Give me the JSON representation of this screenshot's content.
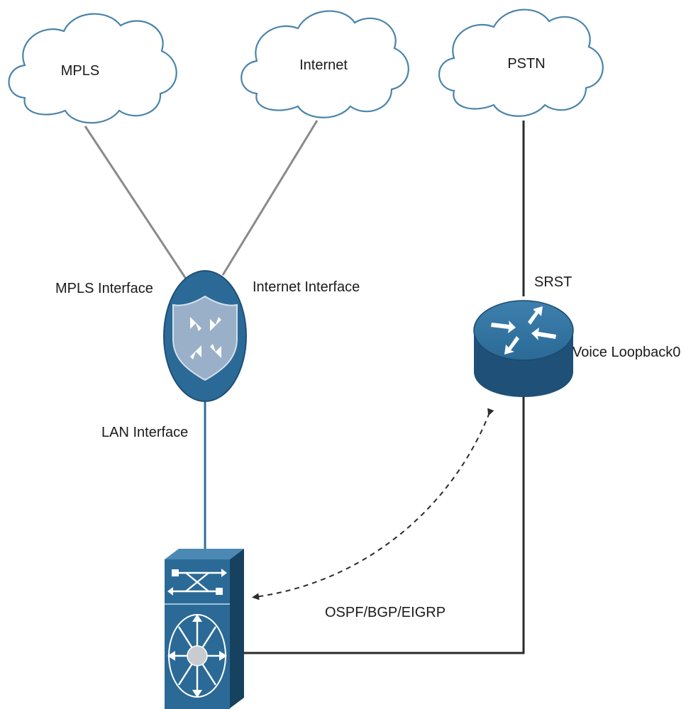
{
  "clouds": {
    "mpls": "MPLS",
    "internet": "Internet",
    "pstn": "PSTN"
  },
  "labels": {
    "mpls_interface": "MPLS Interface",
    "internet_interface": "Internet Interface",
    "lan_interface": "LAN Interface",
    "srst": "SRST",
    "voice_loopback": "Voice Loopback0",
    "routing_protocols": "OSPF/BGP/EIGRP"
  },
  "devices": {
    "firewall_router": "shield-router-icon",
    "srst_router": "router-icon",
    "core_switch": "multilayer-switch-icon"
  },
  "colors": {
    "device_blue": "#2b6a96",
    "device_dark_blue": "#1f5077",
    "cloud_outline": "#4a84aa",
    "shield_fill": "#9ab0c8"
  }
}
